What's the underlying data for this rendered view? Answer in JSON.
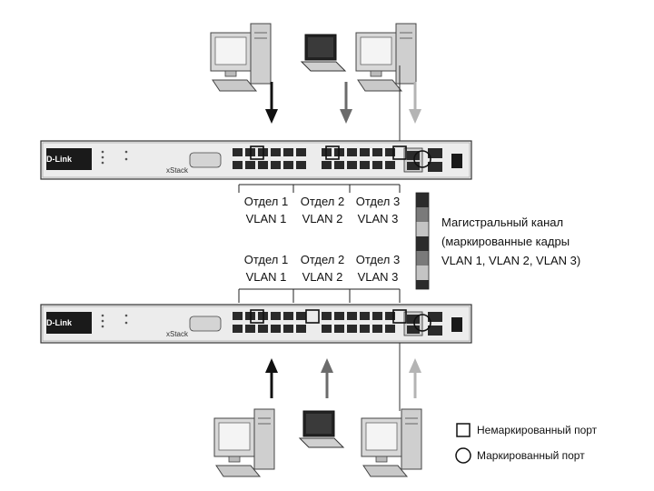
{
  "switch": {
    "brand": "D-Link",
    "series": "xStack"
  },
  "groups": [
    {
      "dept": "Отдел 1",
      "vlan": "VLAN 1"
    },
    {
      "dept": "Отдел 2",
      "vlan": "VLAN 2"
    },
    {
      "dept": "Отдел 3",
      "vlan": "VLAN 3"
    }
  ],
  "trunk": {
    "line1": "Магистральный канал",
    "line2": "(маркированные кадры",
    "line3": "VLAN 1, VLAN 2, VLAN 3)"
  },
  "legend": {
    "untagged": "Немаркированный порт",
    "tagged": "Маркированный порт"
  },
  "colors": {
    "vlan1": "#111111",
    "vlan2": "#6b6b6b",
    "vlan3": "#b4b4b4"
  },
  "icons": {
    "desktop": "desktop-computer-icon",
    "laptop": "laptop-icon",
    "switch": "network-switch-icon"
  }
}
